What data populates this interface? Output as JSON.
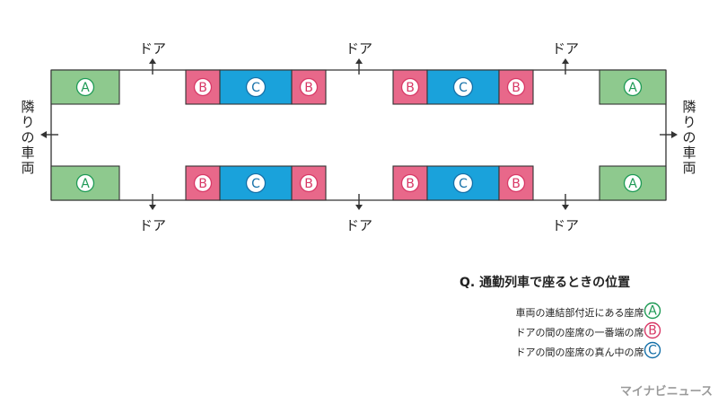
{
  "diagram": {
    "door_label": "ドア",
    "neighbor_car_label": "隣りの車両",
    "seat_letters": {
      "a": "A",
      "b": "B",
      "c": "C"
    },
    "colors": {
      "a_fill": "#8ec98e",
      "a_ring": "#1e9a55",
      "b_fill": "#e8688a",
      "b_ring": "#d83866",
      "c_fill": "#1aa2db",
      "c_ring": "#1470a8",
      "outline": "#333333"
    }
  },
  "legend": {
    "title": "Q. 通勤列車で座るときの位置",
    "items": [
      {
        "text": "車両の連結部付近にある座席 …",
        "letter": "A"
      },
      {
        "text": "ドアの間の座席の一番端の席 …",
        "letter": "B"
      },
      {
        "text": "ドアの間の座席の真ん中の席 …",
        "letter": "C"
      }
    ]
  },
  "credit": "マイナビニュース"
}
